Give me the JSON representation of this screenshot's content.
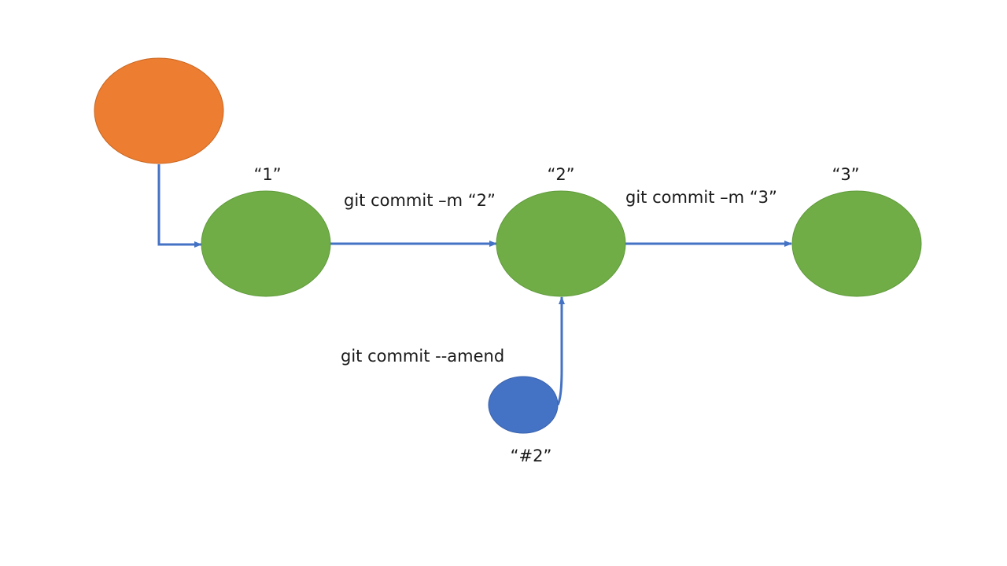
{
  "diagram": {
    "colors": {
      "origin_node": "#ED7D31",
      "commit_node": "#70AD47",
      "amend_node": "#4472C4",
      "arrow": "#4472C4"
    },
    "nodes": {
      "commit_1_label": "“1”",
      "commit_2_label": "“2”",
      "commit_3_label": "“3”",
      "amend_label": "“#2”"
    },
    "edges": {
      "commit_2_cmd": "git commit –m “2”",
      "commit_3_cmd": "git commit –m “3”",
      "amend_cmd": "git commit --amend"
    }
  }
}
